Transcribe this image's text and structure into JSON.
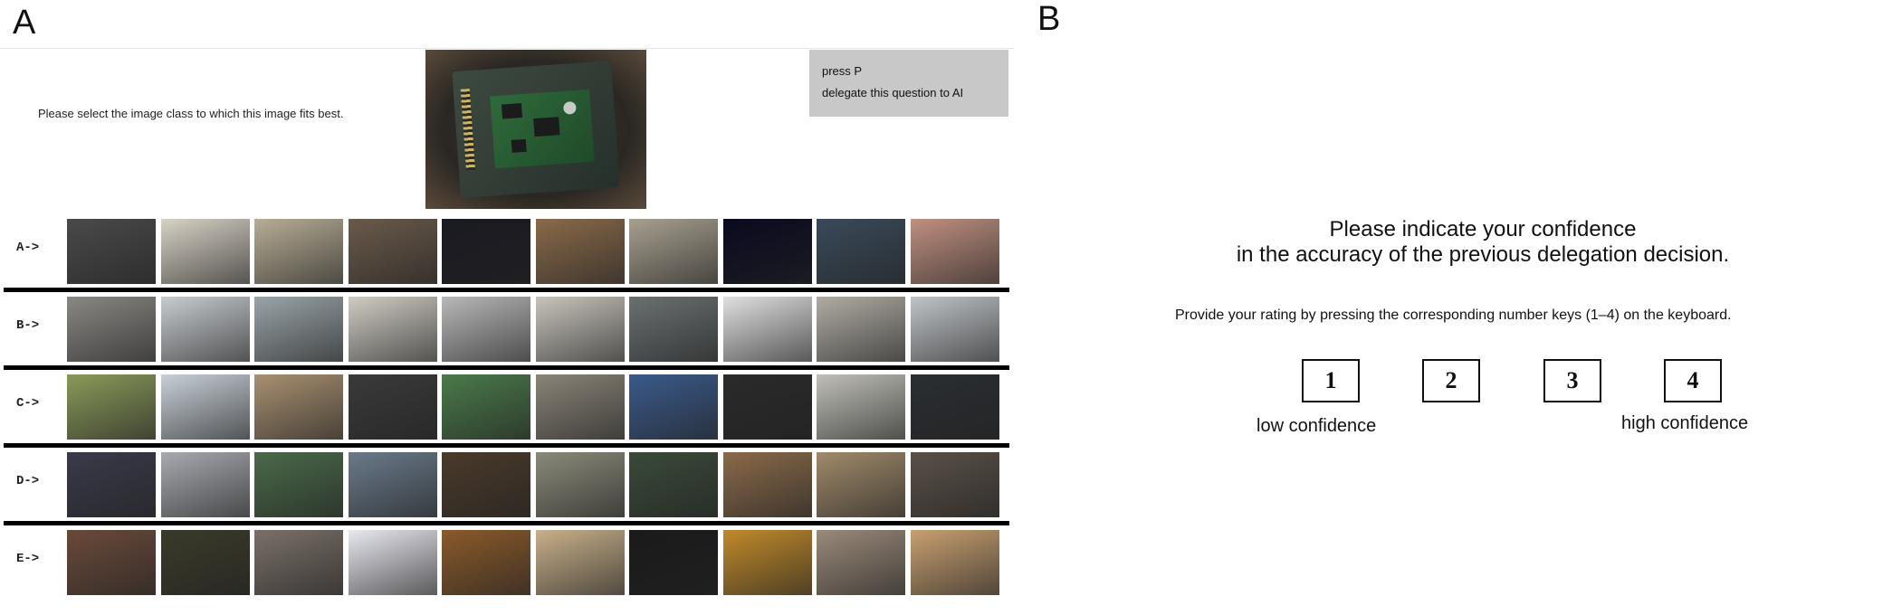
{
  "panels": {
    "a_label": "A",
    "b_label": "B"
  },
  "task": {
    "prompt": "Please select the image class to which this image fits best.",
    "query_image_icon": "hard-drive-photo",
    "delegate": {
      "line1": "press P",
      "line2": "delegate this question to AI"
    }
  },
  "classes": [
    {
      "label": "A->",
      "thumbnail_colors": [
        "#4a4a4a",
        "#d8d2c6",
        "#b8ae96",
        "#6a5a4a",
        "#1a1a22",
        "#8a6a4a",
        "#a8a090",
        "#0a0a20",
        "#3a4a5a",
        "#c09080"
      ]
    },
    {
      "label": "B->",
      "thumbnail_colors": [
        "#8a8884",
        "#c8ccd0",
        "#9aa4a8",
        "#d0ccc4",
        "#b8b8b8",
        "#c8c4bc",
        "#6a7070",
        "#e0e0e0",
        "#b0aca4",
        "#c0c4c8"
      ]
    },
    {
      "label": "C->",
      "thumbnail_colors": [
        "#8a9a5a",
        "#c8d0d8",
        "#a89070",
        "#3a3a3a",
        "#4a7a4a",
        "#8a8478",
        "#3a5a8a",
        "#2a2a2a",
        "#c0c0b8",
        "#2a2e32"
      ]
    },
    {
      "label": "D->",
      "thumbnail_colors": [
        "#3a3a4a",
        "#a8aab0",
        "#4a6a4a",
        "#6a7a8a",
        "#4a3a2a",
        "#8a8a7a",
        "#3a4a3a",
        "#8a6a4a",
        "#a08a6a",
        "#5a5048"
      ]
    },
    {
      "label": "E->",
      "thumbnail_colors": [
        "#6a4a3a",
        "#3a3a2a",
        "#7a7068",
        "#e8e8f0",
        "#8a5a2a",
        "#c8b08a",
        "#1a1a1a",
        "#c08a2a",
        "#9a8a7a",
        "#c8a070"
      ]
    }
  ],
  "confidence": {
    "title_line1": "Please indicate your confidence",
    "title_line2": "in the accuracy of the previous delegation decision.",
    "instruction": "Provide your rating by pressing the corresponding number keys (1–4) on the keyboard.",
    "keys": [
      "1",
      "2",
      "3",
      "4"
    ],
    "low_label": "low confidence",
    "high_label": "high confidence"
  }
}
